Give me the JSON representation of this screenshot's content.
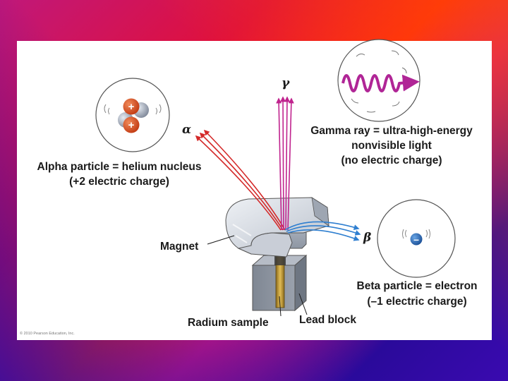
{
  "labels": {
    "gamma_symbol": "γ",
    "alpha_symbol": "α",
    "beta_symbol": "β",
    "gamma_line1": "Gamma ray = ultra-high-energy",
    "gamma_line2": "nonvisible light",
    "gamma_line3": "(no electric charge)",
    "alpha_line1": "Alpha particle = helium nucleus",
    "alpha_line2": "(+2 electric charge)",
    "beta_line1": "Beta particle = electron",
    "beta_line2": "(–1 electric charge)",
    "magnet": "Magnet",
    "radium_sample": "Radium sample",
    "lead_block": "Lead block",
    "proton_sign": "+",
    "electron_sign": "–",
    "copyright": "© 2010 Pearson Education, Inc."
  },
  "colors": {
    "alpha_ray": "#d42a2a",
    "gamma_ray": "#c0238e",
    "beta_ray": "#2f7fd0",
    "proton": "#d9431e",
    "neutron": "#9aa3b4",
    "electron": "#1e5faa"
  }
}
